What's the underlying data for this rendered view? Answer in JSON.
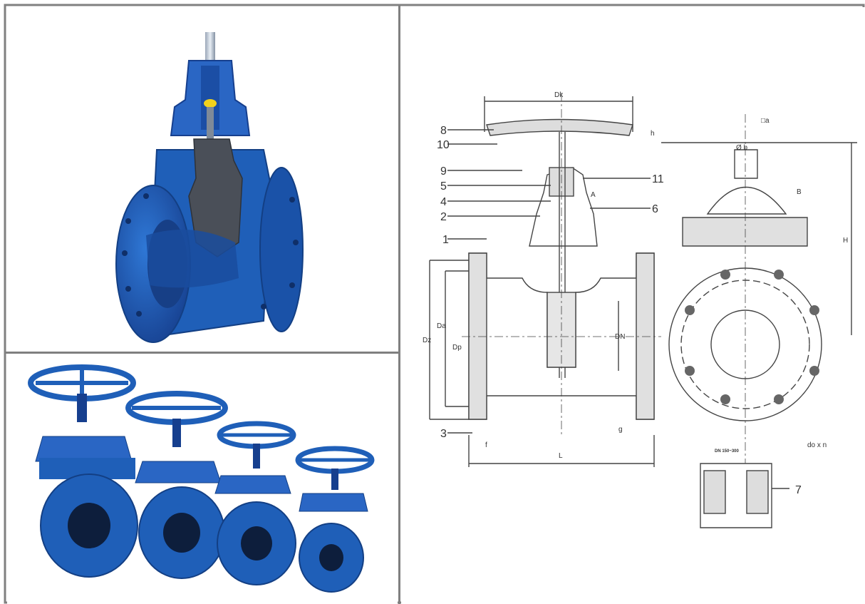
{
  "colors": {
    "valve_blue": "#1f5fb8",
    "valve_dark_blue": "#133f84",
    "wedge_gray": "#4a4f58",
    "drawing_ink": "#444444",
    "border_gray": "#808080"
  },
  "drawing": {
    "part_numbers": [
      "8",
      "10",
      "9",
      "5",
      "4",
      "2",
      "1",
      "3",
      "11",
      "6",
      "7"
    ],
    "dimensions": {
      "dk": "Dk",
      "h": "h",
      "a": "A",
      "b": "B",
      "d_big_h": "H",
      "dz": "Dz",
      "da": "Da",
      "dp": "Dp",
      "dn": "DN",
      "f": "f",
      "g": "g",
      "l": "L",
      "do_x_n": "do x n",
      "sq": "□a",
      "sq_b": "Ø b",
      "detail_note": "DN 150~300"
    }
  }
}
